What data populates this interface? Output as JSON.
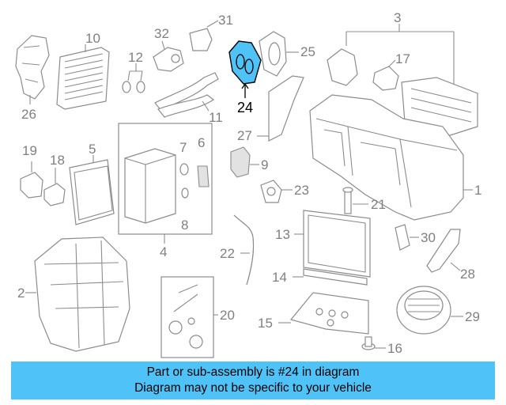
{
  "labels": {
    "l1": "1",
    "l2": "2",
    "l3": "3",
    "l5": "5",
    "l6": "6",
    "l7": "7",
    "l8": "8",
    "l9": "9",
    "l10": "10",
    "l11": "11",
    "l12": "12",
    "l13": "13",
    "l14": "14",
    "l15": "15",
    "l16": "16",
    "l17": "17",
    "l18": "18",
    "l19": "19",
    "l20": "20",
    "l21": "21",
    "l22": "22",
    "l23": "23",
    "l24": "24",
    "l25": "25",
    "l26": "26",
    "l27": "27",
    "l28": "28",
    "l29": "29",
    "l30": "30",
    "l31": "31",
    "l32": "32",
    "l4": "4"
  },
  "highlight": {
    "part_number": "24",
    "color": "#4fc3f7"
  },
  "banner": {
    "line1": "Part or sub-assembly is #24 in diagram",
    "line2": "Diagram may not be specific to your vehicle",
    "color": "#4fc3f7"
  }
}
